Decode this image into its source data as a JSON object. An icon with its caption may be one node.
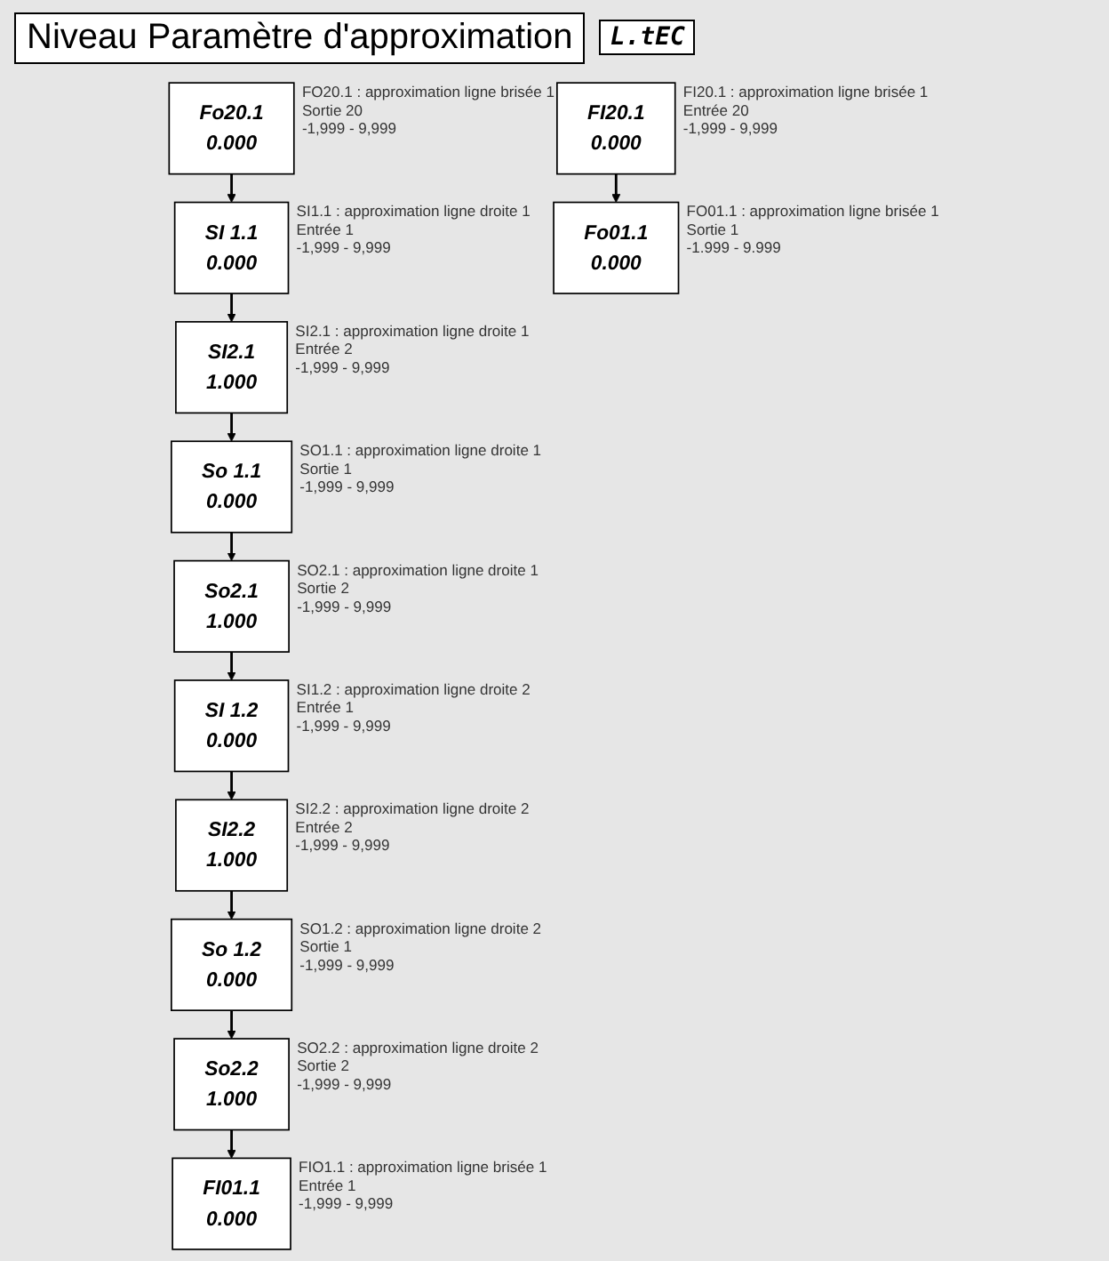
{
  "diagram": {
    "title": "Niveau Paramètre d'approximation",
    "nodes": [
      {
        "text": [
          "SI 1.1",
          "0.000"
        ],
        "beside": [
          "SI1.1 : approximation ligne droite 1",
          "Entrée 1",
          "-1,999 - 9,999"
        ]
      },
      {
        "text": [
          "SI2.1",
          "1.000"
        ],
        "beside": [
          "SI2.1 : approximation ligne droite 1",
          "Entrée 2",
          "-1,999 - 9,999"
        ]
      },
      {
        "text": [
          "So 1.1",
          "0.000"
        ],
        "beside": [
          "SO1.1 : approximation ligne droite 1",
          "Sortie 1",
          "-1,999 - 9,999"
        ]
      },
      {
        "text": [
          "So2.1",
          "1.000"
        ],
        "beside": [
          "SO2.1 : approximation ligne droite 1",
          "Sortie 2",
          "-1,999 - 9,999"
        ]
      },
      {
        "text": [
          "SI 1.2",
          "0.000"
        ],
        "beside": [
          "SI1.2 : approximation ligne droite 2",
          "Entrée 1",
          "-1,999 - 9,999"
        ]
      },
      {
        "text": [
          "SI2.2",
          "1.000"
        ],
        "beside": [
          "SI2.2 : approximation ligne droite 2",
          "Entrée 2",
          "-1,999 - 9,999"
        ]
      },
      {
        "text": [
          "So 1.2",
          "0.000"
        ],
        "beside": [
          "SO1.2 : approximation ligne droite 2",
          "Sortie 1",
          "-1,999 - 9,999"
        ]
      },
      {
        "text": [
          "So2.2",
          "1.000"
        ],
        "beside": [
          "SO2.2 : approximation ligne droite 2",
          "Sortie 2",
          "-1,999 - 9,999"
        ]
      },
      {
        "text": [
          "FI01.1",
          "0.000"
        ],
        "beside": [
          "FIO1.1 : approximation ligne brisée 1",
          "Entrée 1",
          "-1,999 - 9,999"
        ]
      },
      {
        "text": [
          "FI20.1",
          "0.000"
        ],
        "beside": [
          "FI20.1 : approximation ligne brisée 1",
          "Entrée 20",
          "-1,999 - 9,999"
        ]
      },
      {
        "text": [
          "Fo01.1",
          "0.000"
        ],
        "beside": [
          "FO01.1 : approximation ligne brisée 1",
          "Sortie 1",
          "-1.999 - 9.999"
        ]
      },
      {
        "text": [
          "Fo20.1",
          "0.000"
        ],
        "beside": [
          "FO20.1 : approximation ligne brisée 1",
          "Sortie 20",
          "-1,999 - 9,999"
        ]
      }
    ],
    "edges": [
      {
        "from": 0,
        "to": 1,
        "arrow": "to"
      },
      {
        "from": 1,
        "to": 2,
        "arrow": "to"
      },
      {
        "from": 2,
        "to": 3,
        "arrow": "to"
      },
      {
        "from": 3,
        "to": 4,
        "arrow": "to"
      },
      {
        "from": 4,
        "to": 5,
        "arrow": "to"
      },
      {
        "from": 5,
        "to": 6,
        "arrow": "to"
      },
      {
        "from": 6,
        "to": 7,
        "arrow": "to"
      },
      {
        "from": 7,
        "to": 8,
        "arrow": "to"
      },
      {
        "from": 9,
        "to": 10,
        "arrow": "to"
      },
      {
        "from": 11,
        "to": 0,
        "arrow": "to"
      }
    ],
    "labels": [
      "L.tEC"
    ]
  }
}
